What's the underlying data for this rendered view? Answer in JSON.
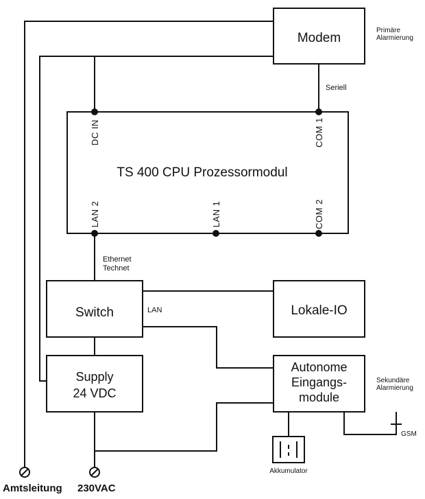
{
  "blocks": {
    "modem": "Modem",
    "cpu": "TS 400 CPU Prozessormodul",
    "switch": "Switch",
    "lokale_io": "Lokale-IO",
    "supply": [
      "Supply",
      "24 VDC"
    ],
    "autonome": [
      "Autonome",
      "Eingangs-",
      "module"
    ]
  },
  "ports": {
    "dc_in": "DC IN",
    "com1": "COM 1",
    "lan2": "LAN 2",
    "lan1": "LAN 1",
    "com2": "COM 2"
  },
  "labels": {
    "primaer": [
      "Primäre",
      "Alarmierung"
    ],
    "seriell": "Seriell",
    "ethernet": [
      "Ethernet",
      "Technet"
    ],
    "lan": "LAN",
    "sekundaer": [
      "Sekundäre",
      "Alarmierung"
    ],
    "gsm": "GSM",
    "akkumulator": "Akkumulator"
  },
  "terminals": {
    "amtsleitung": "Amtsleitung",
    "vac": "230VAC"
  }
}
